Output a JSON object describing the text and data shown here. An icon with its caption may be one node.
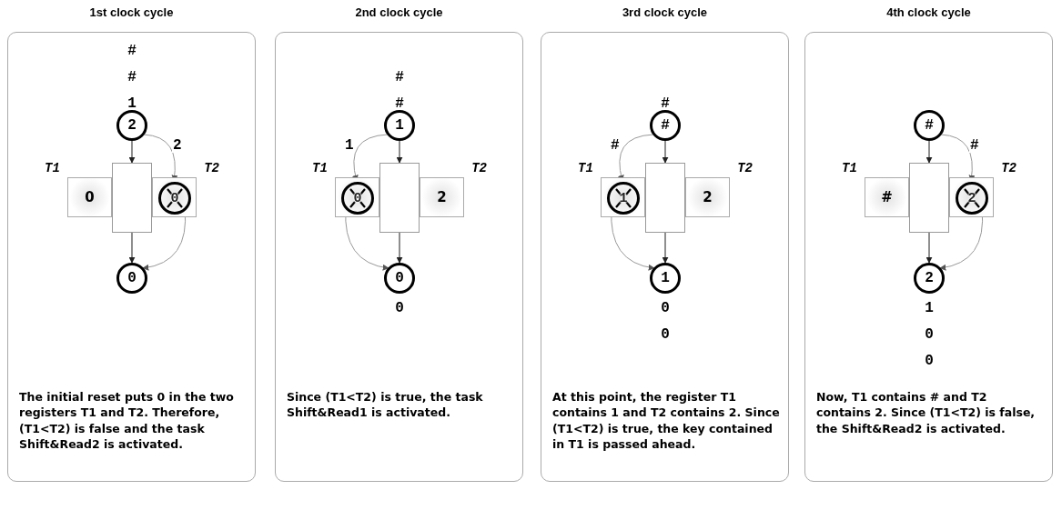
{
  "diagram": {
    "nodes": [
      {
        "text": [
          "1st clock cycle",
          "The initial reset puts 0 in the two registers T1 and T2. Therefore, (T1<T2) is false and the task Shift&Read2 is activated."
        ]
      },
      {
        "text": [
          "2"
        ],
        "in": 0,
        "beside": [
          "#",
          "#",
          "1"
        ]
      },
      {
        "text": [],
        "shape": "box",
        "in": 0
      },
      {
        "text": [
          "T1",
          "0"
        ],
        "in": 0
      },
      {
        "text": [
          "T2"
        ],
        "in": 0
      },
      {
        "text": [
          "0"
        ],
        "in": 4
      },
      {
        "text": [
          "0"
        ],
        "in": 0
      },
      {
        "text": [
          "2nd clock cycle",
          "Since (T1<T2) is true, the task Shift&Read1 is activated."
        ]
      },
      {
        "text": [
          "1"
        ],
        "in": 7,
        "beside": [
          "#",
          "#"
        ]
      },
      {
        "text": [],
        "shape": "box",
        "in": 7
      },
      {
        "text": [
          "T1"
        ],
        "in": 7
      },
      {
        "text": [
          "T2",
          "2"
        ],
        "in": 7
      },
      {
        "text": [
          "0"
        ],
        "in": 10
      },
      {
        "text": [
          "0"
        ],
        "in": 7,
        "beside": [
          "0"
        ]
      },
      {
        "text": [
          "3rd clock cycle",
          "At this point, the register T1 contains 1 and T2 contains 2. Since (T1<T2) is true, the key contained in T1 is passed ahead."
        ]
      },
      {
        "text": [
          "#"
        ],
        "in": 14,
        "beside": [
          "#"
        ]
      },
      {
        "text": [],
        "shape": "box",
        "in": 14
      },
      {
        "text": [
          "T1"
        ],
        "in": 14
      },
      {
        "text": [
          "T2",
          "2"
        ],
        "in": 14
      },
      {
        "text": [
          "1"
        ],
        "in": 17
      },
      {
        "text": [
          "1"
        ],
        "in": 14,
        "beside": [
          "0",
          "0"
        ]
      },
      {
        "text": [
          "4th clock cycle",
          "Now, T1 contains # and T2 contains 2. Since (T1<T2) is false, the Shift&Read2 is activated."
        ]
      },
      {
        "text": [
          "#"
        ],
        "in": 21
      },
      {
        "text": [],
        "shape": "box",
        "in": 21
      },
      {
        "text": [
          "T1",
          "#"
        ],
        "in": 21
      },
      {
        "text": [
          "T2"
        ],
        "in": 21
      },
      {
        "text": [
          "2"
        ],
        "in": 25
      },
      {
        "text": [
          "2"
        ],
        "in": 21,
        "beside": [
          "1",
          "0",
          "0"
        ]
      }
    ],
    "edges": [
      {
        "from": 1,
        "to": 2,
        "arrow": "to"
      },
      {
        "from": 1,
        "to": 5,
        "arrow": "to",
        "label": "2",
        "color": "#999999"
      },
      {
        "from": 2,
        "to": 6,
        "arrow": "to"
      },
      {
        "from": 5,
        "to": 6,
        "arrow": "to",
        "color": "#999999"
      },
      {
        "from": 8,
        "to": 9,
        "arrow": "to"
      },
      {
        "from": 8,
        "to": 12,
        "arrow": "to",
        "label": "1",
        "color": "#999999"
      },
      {
        "from": 9,
        "to": 13,
        "arrow": "to"
      },
      {
        "from": 12,
        "to": 13,
        "arrow": "to",
        "color": "#999999"
      },
      {
        "from": 15,
        "to": 16,
        "arrow": "to"
      },
      {
        "from": 15,
        "to": 19,
        "arrow": "to",
        "label": "#",
        "color": "#999999"
      },
      {
        "from": 16,
        "to": 20,
        "arrow": "to"
      },
      {
        "from": 19,
        "to": 20,
        "arrow": "to",
        "color": "#999999"
      },
      {
        "from": 22,
        "to": 23,
        "arrow": "to"
      },
      {
        "from": 22,
        "to": 26,
        "arrow": "to",
        "label": "#",
        "color": "#999999"
      },
      {
        "from": 23,
        "to": 27,
        "arrow": "to"
      },
      {
        "from": 26,
        "to": 27,
        "arrow": "to",
        "color": "#999999"
      }
    ]
  }
}
